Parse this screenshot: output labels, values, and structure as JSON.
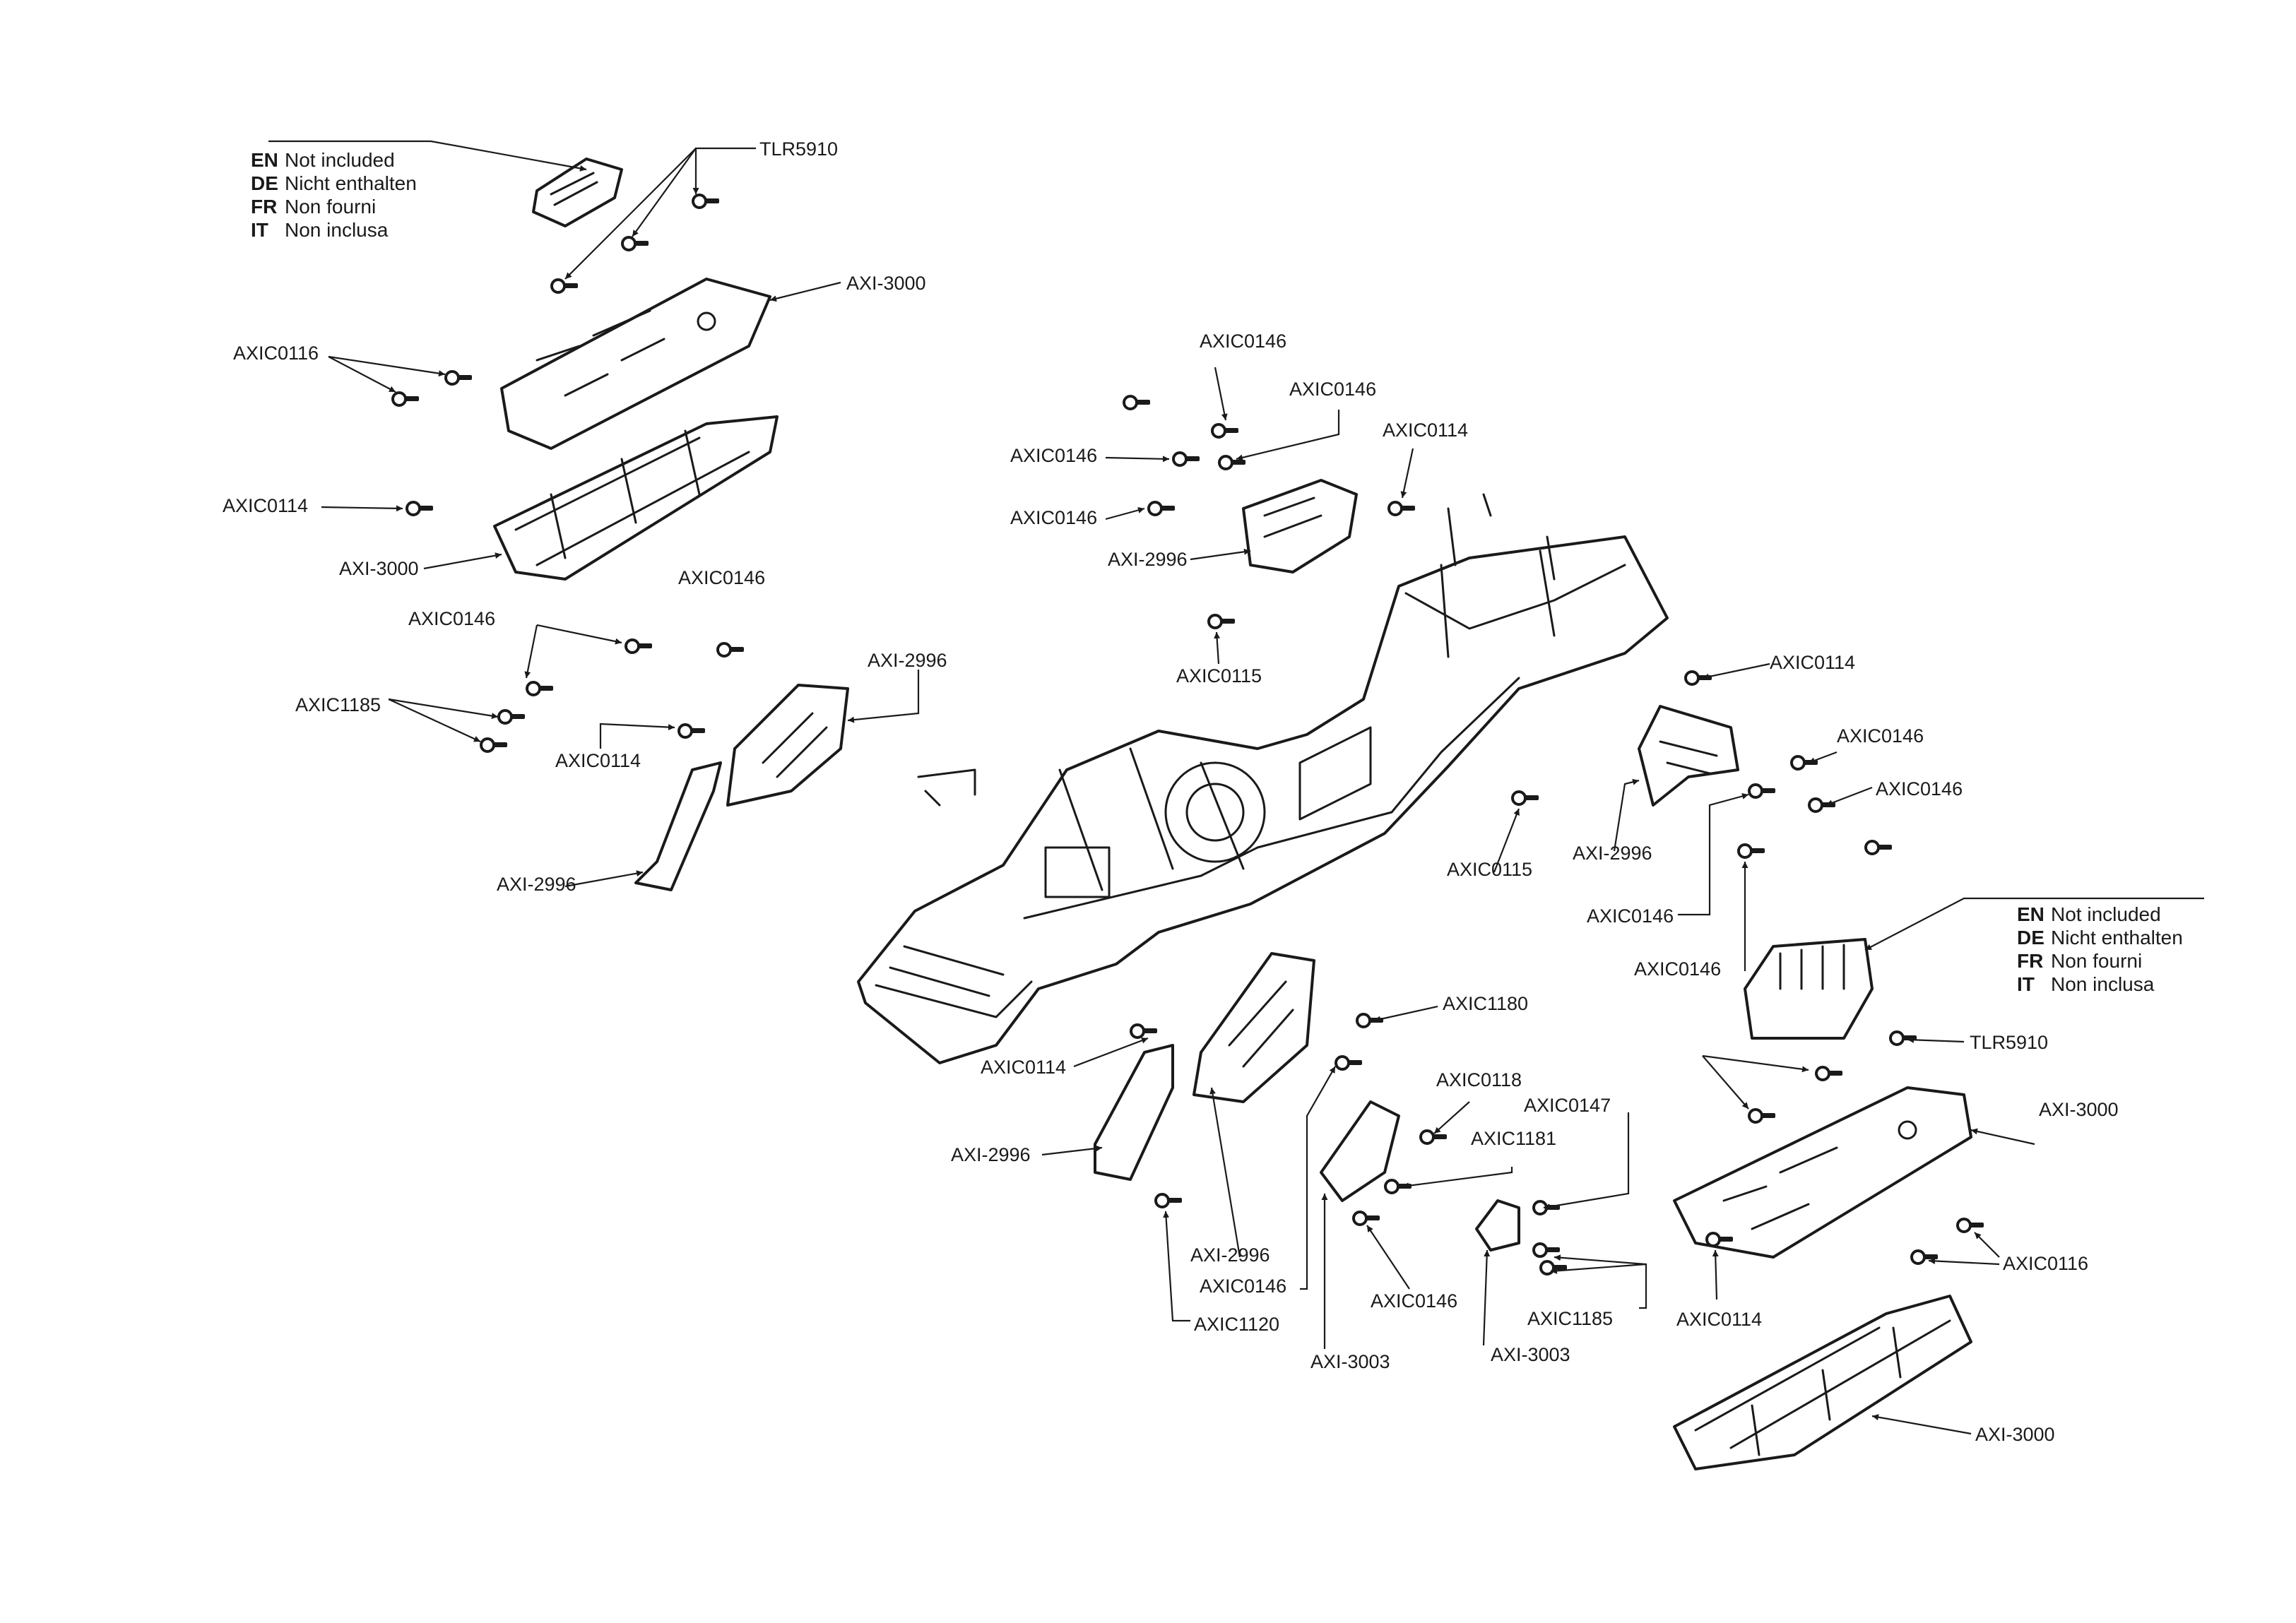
{
  "legends": [
    {
      "rows": [
        {
          "code": "EN",
          "text": "Not included"
        },
        {
          "code": "DE",
          "text": "Nicht enthalten"
        },
        {
          "code": "FR",
          "text": "Non fourni"
        },
        {
          "code": "IT",
          "text": "Non inclusa"
        }
      ]
    },
    {
      "rows": [
        {
          "code": "EN",
          "text": "Not included"
        },
        {
          "code": "DE",
          "text": "Nicht enthalten"
        },
        {
          "code": "FR",
          "text": "Non fourni"
        },
        {
          "code": "IT",
          "text": "Non inclusa"
        }
      ]
    }
  ],
  "labels": [
    {
      "id": "tlr5910_top",
      "text": "TLR5910"
    },
    {
      "id": "axi3000_top_plate",
      "text": "AXI-3000"
    },
    {
      "id": "axic0116_left",
      "text": "AXIC0116"
    },
    {
      "id": "axic0114_left",
      "text": "AXIC0114"
    },
    {
      "id": "axi3000_top_tray",
      "text": "AXI-3000"
    },
    {
      "id": "axic0146_mid_left",
      "text": "AXIC0146"
    },
    {
      "id": "axic0146_left",
      "text": "AXIC0146"
    },
    {
      "id": "axi2996_left_upper",
      "text": "AXI-2996"
    },
    {
      "id": "axic1185_left",
      "text": "AXIC1185"
    },
    {
      "id": "axic0114_left_lower",
      "text": "AXIC0114"
    },
    {
      "id": "axi2996_left_lower",
      "text": "AXI-2996"
    },
    {
      "id": "axic0146_center_top",
      "text": "AXIC0146"
    },
    {
      "id": "axic0146_center_right",
      "text": "AXIC0146"
    },
    {
      "id": "axic0146_center_a",
      "text": "AXIC0146"
    },
    {
      "id": "axic0146_center_b",
      "text": "AXIC0146"
    },
    {
      "id": "axic0114_center",
      "text": "AXIC0114"
    },
    {
      "id": "axi2996_center",
      "text": "AXI-2996"
    },
    {
      "id": "axic0115_center",
      "text": "AXIC0115"
    },
    {
      "id": "axic0114_right_top",
      "text": "AXIC0114"
    },
    {
      "id": "axic0146_right_a",
      "text": "AXIC0146"
    },
    {
      "id": "axic0146_right_b",
      "text": "AXIC0146"
    },
    {
      "id": "axi2996_right",
      "text": "AXI-2996"
    },
    {
      "id": "axic0115_right",
      "text": "AXIC0115"
    },
    {
      "id": "axic0146_right_c",
      "text": "AXIC0146"
    },
    {
      "id": "axic0146_right_d",
      "text": "AXIC0146"
    },
    {
      "id": "tlr5910_right",
      "text": "TLR5910"
    },
    {
      "id": "axi3000_right_plate",
      "text": "AXI-3000"
    },
    {
      "id": "axic0116_right",
      "text": "AXIC0116"
    },
    {
      "id": "axic0114_right_lower",
      "text": "AXIC0114"
    },
    {
      "id": "axi3000_right_tray",
      "text": "AXI-3000"
    },
    {
      "id": "axic1180",
      "text": "AXIC1180"
    },
    {
      "id": "axic0114_bottom",
      "text": "AXIC0114"
    },
    {
      "id": "axic0118",
      "text": "AXIC0118"
    },
    {
      "id": "axic0147",
      "text": "AXIC0147"
    },
    {
      "id": "axic1181",
      "text": "AXIC1181"
    },
    {
      "id": "axi2996_bottom_left",
      "text": "AXI-2996"
    },
    {
      "id": "axi2996_bottom_mid",
      "text": "AXI-2996"
    },
    {
      "id": "axic0146_bottom_a",
      "text": "AXIC0146"
    },
    {
      "id": "axic0146_bottom_b",
      "text": "AXIC0146"
    },
    {
      "id": "axic1185_bottom",
      "text": "AXIC1185"
    },
    {
      "id": "axic1120",
      "text": "AXIC1120"
    },
    {
      "id": "axi3003_a",
      "text": "AXI-3003"
    },
    {
      "id": "axi3003_b",
      "text": "AXI-3003"
    }
  ]
}
